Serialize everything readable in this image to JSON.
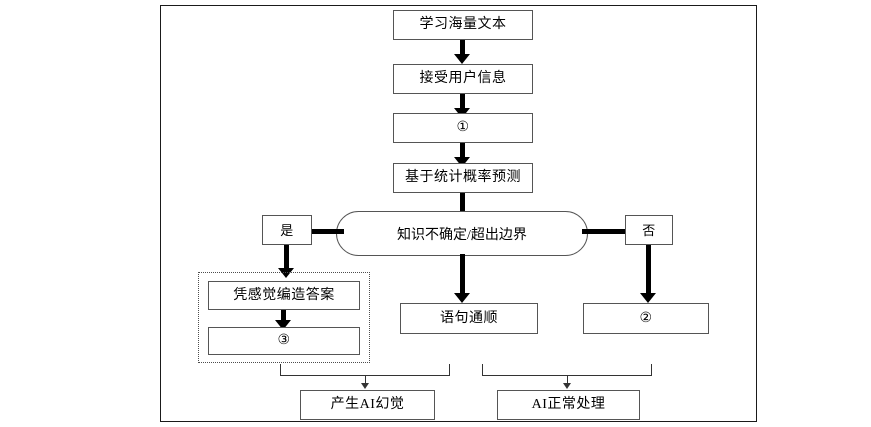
{
  "diagram": {
    "title_visible": false,
    "frame": {
      "present": true,
      "border_color": "#1a1a1a"
    },
    "nodes": {
      "learn_corpus": "学习海量文本",
      "receive_user_input": "接受用户信息",
      "step_one": "①",
      "statistical_prediction": "基于统计概率预测",
      "decision": "知识不确定/超出边界",
      "yes_label": "是",
      "no_label": "否",
      "fabricate_answer": "凭感觉编造答案",
      "step_three": "③",
      "fluent_sentence": "语句通顺",
      "step_two": "②",
      "outcome_hallucination": "产生AI幻觉",
      "outcome_normal": "AI正常处理"
    },
    "colors": {
      "box_border": "#555555",
      "frame_border": "#1a1a1a",
      "arrow": "#000000",
      "dotted_border": "#4d4d4d",
      "background": "#ffffff",
      "text": "#000000"
    }
  }
}
